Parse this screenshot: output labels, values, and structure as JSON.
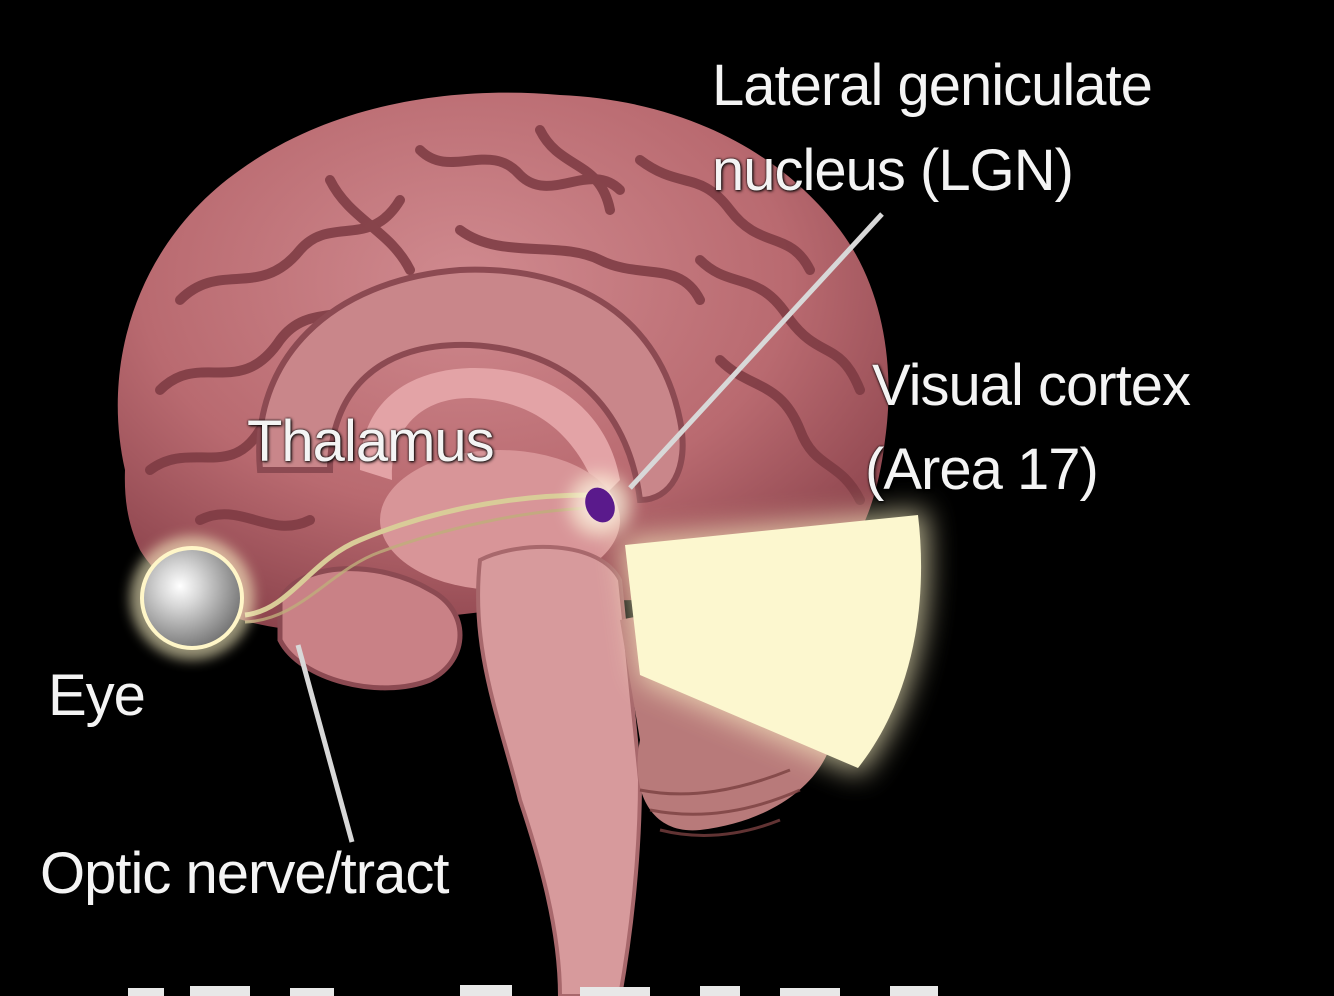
{
  "labels": {
    "lgn_line1": "Lateral geniculate",
    "lgn_line2": "nucleus (LGN)",
    "visual_cortex_line1": "Visual cortex",
    "visual_cortex_line2": "(Area 17)",
    "thalamus": "Thalamus",
    "eye": "Eye",
    "optic_nerve": "Optic nerve/tract"
  },
  "colors": {
    "background": "#000000",
    "cortex": "#b96a70",
    "cortex_fold": "#7c3a42",
    "inner_tissue": "#e3a3a6",
    "brainstem": "#d79a9c",
    "visual_cortex_highlight": "#fcf7cf",
    "lgn": "#5a1a8c",
    "eye": "#b8b8b8",
    "optic_tract": "#d9cc98",
    "leader_line": "#d8d8d8"
  }
}
